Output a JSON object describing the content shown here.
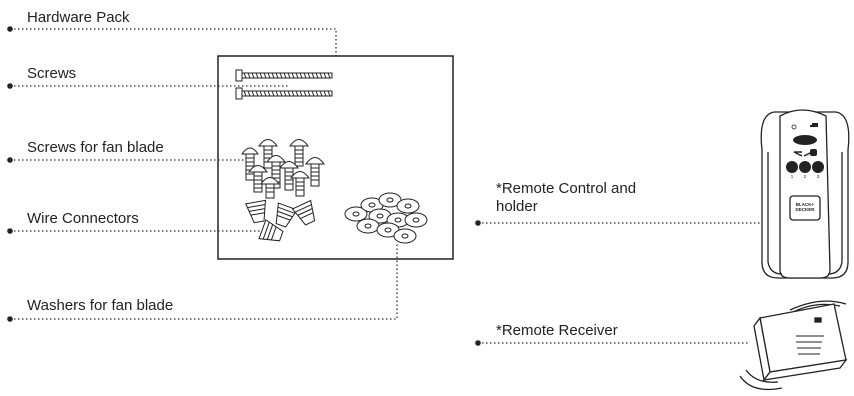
{
  "labels": {
    "hardware_pack": "Hardware Pack",
    "screws": "Screws",
    "screws_fan_blade": "Screws for fan blade",
    "wire_connectors": "Wire Connectors",
    "washers_fan_blade": "Washers for fan blade",
    "remote_control": "*Remote Control and holder",
    "remote_receiver": "*Remote Receiver"
  },
  "remote": {
    "button_numbers": [
      "1",
      "2",
      "3"
    ],
    "brand_line1": "BLACK+",
    "brand_line2": "DECKER"
  }
}
